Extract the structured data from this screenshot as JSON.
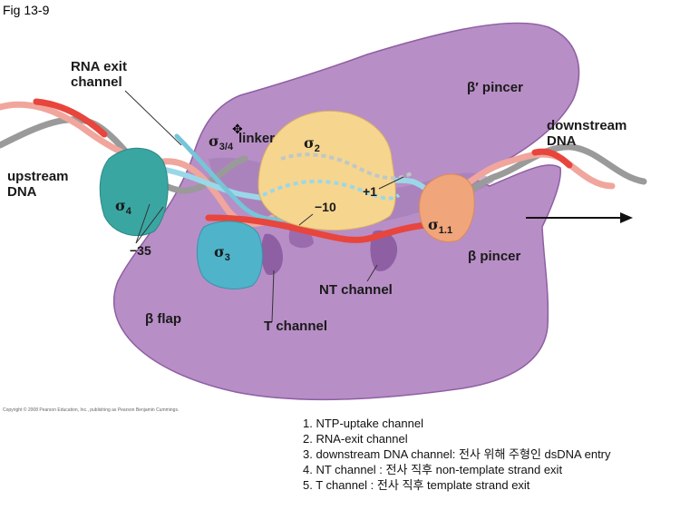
{
  "figure_label": "Fig 13-9",
  "diagram": {
    "labels": {
      "rna_exit": [
        "RNA exit",
        "channel"
      ],
      "beta_prime": "β′ pincer",
      "downstream": [
        "downstream",
        "DNA"
      ],
      "upstream": [
        "upstream",
        "DNA"
      ],
      "linker": "linker",
      "minus35": "−35",
      "minus10": "−10",
      "plus1": "+1",
      "beta_pincer": "β pincer",
      "nt_channel": "NT channel",
      "t_channel": "T channel",
      "beta_flap": "β flap"
    },
    "sigma": {
      "s34": {
        "main": "σ",
        "sub": "3/4"
      },
      "s2": {
        "main": "σ",
        "sub": "2"
      },
      "s4": {
        "main": "σ",
        "sub": "4"
      },
      "s3": {
        "main": "σ",
        "sub": "3"
      },
      "s11": {
        "main": "σ",
        "sub": "1.1"
      }
    },
    "colors": {
      "polymerase": "#b88ec6",
      "polymerase_dark": "#8e5fa3",
      "sigma2": "#f6d58f",
      "sigma3": "#4fb3c9",
      "sigma4": "#3aa6a2",
      "sigma11": "#f0a57a",
      "template_strand": "#e8453c",
      "nontemplate_strand": "#9ad8e8",
      "dna_gray": "#9a9a9a"
    }
  },
  "copyright": "Copyright © 2008 Pearson Education, Inc., publishing as Pearson Benjamin Cummings.",
  "notes": [
    "1. NTP-uptake channel",
    "2. RNA-exit channel",
    "3. downstream DNA channel: 전사 위해 주형인 dsDNA entry",
    "4. NT channel : 전사 직후 non-template strand exit",
    "5. T channel : 전사 직후 template strand exit"
  ],
  "cursor_icon": "move-cursor-icon"
}
